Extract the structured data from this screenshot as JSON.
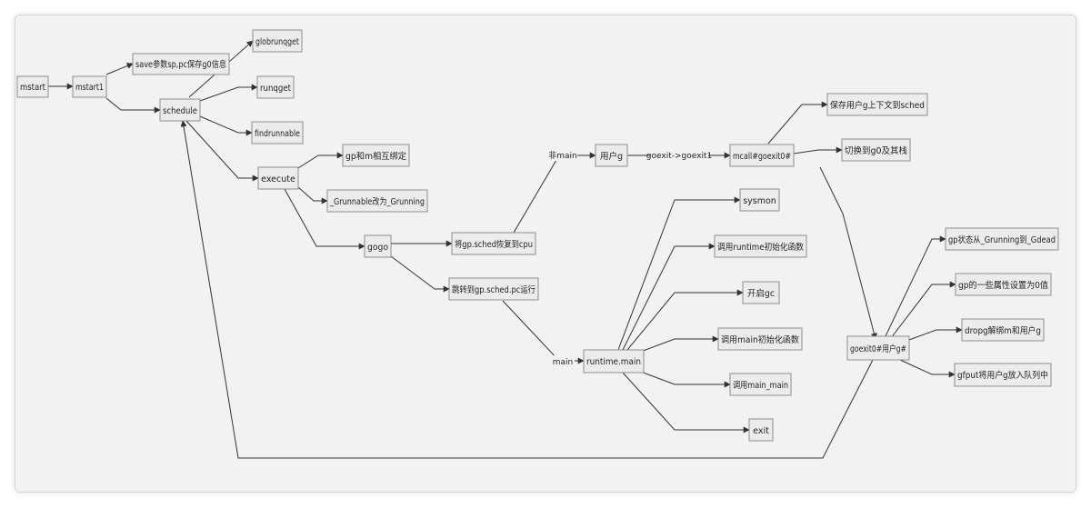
{
  "nodes": {
    "mstart": "mstart",
    "mstart1": "mstart1",
    "save_params": "save参数sp,pc保存g0信息",
    "schedule": "schedule",
    "globrunqget": "globrunqget",
    "runqget": "runqget",
    "findrunnable": "findrunnable",
    "execute": "execute",
    "gp_m_bind": "gp和m相互绑定",
    "grunnable_to_grunning": "_Grunnable改为_Grunning",
    "gogo": "gogo",
    "restore_sched": "将gp.sched恢复到cpu",
    "jump_pc": "跳转到gp.sched.pc运行",
    "user_g": "用户g",
    "mcall": "mcall#goexit0#",
    "save_user_ctx": "保存用户g上下文到sched",
    "switch_g0": "切换到g0及其栈",
    "sysmon": "sysmon",
    "runtime_init": "调用runtime初始化函数",
    "gc_start": "开启gc",
    "main_init": "调用main初始化函数",
    "main_main": "调用main_main",
    "exit": "exit",
    "runtime_main": "runtime.main",
    "goexit0": "goexit0#用户g#",
    "gp_status": "gp状态从_Grunning到_Gdead",
    "gp_props": "gp的一些属性设置为0值",
    "dropg": "dropg解绑m和用户g",
    "gfput": "gfput将用户g放入队列中"
  },
  "edge_labels": {
    "non_main": "非main",
    "main": "main",
    "goexit": "goexit->goexit1"
  }
}
